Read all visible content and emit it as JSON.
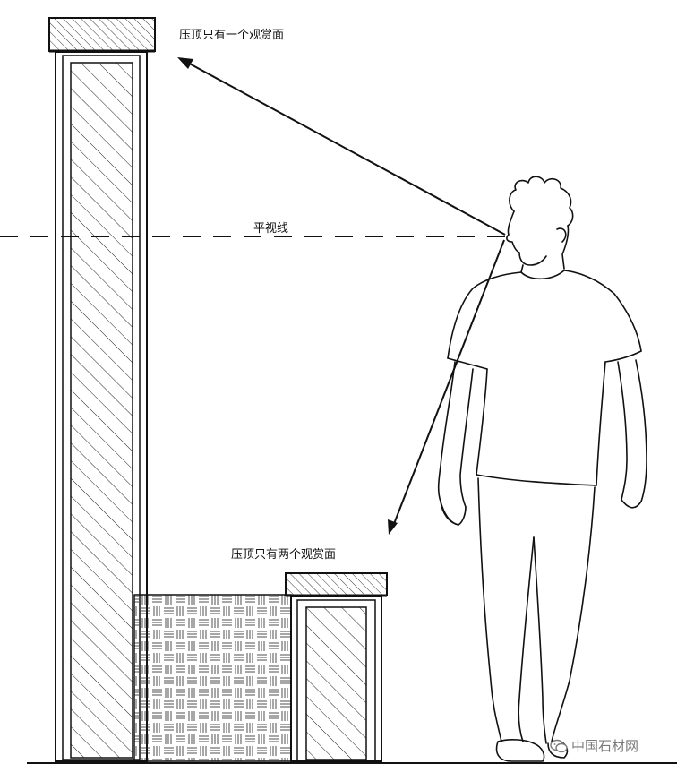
{
  "labels": {
    "tall_coping": "压顶只有一个观赏面",
    "low_coping": "压顶只有两个观赏面",
    "eye_level": "平视线"
  },
  "watermark": {
    "text": "中国石材网",
    "icon": "wechat-icon"
  }
}
